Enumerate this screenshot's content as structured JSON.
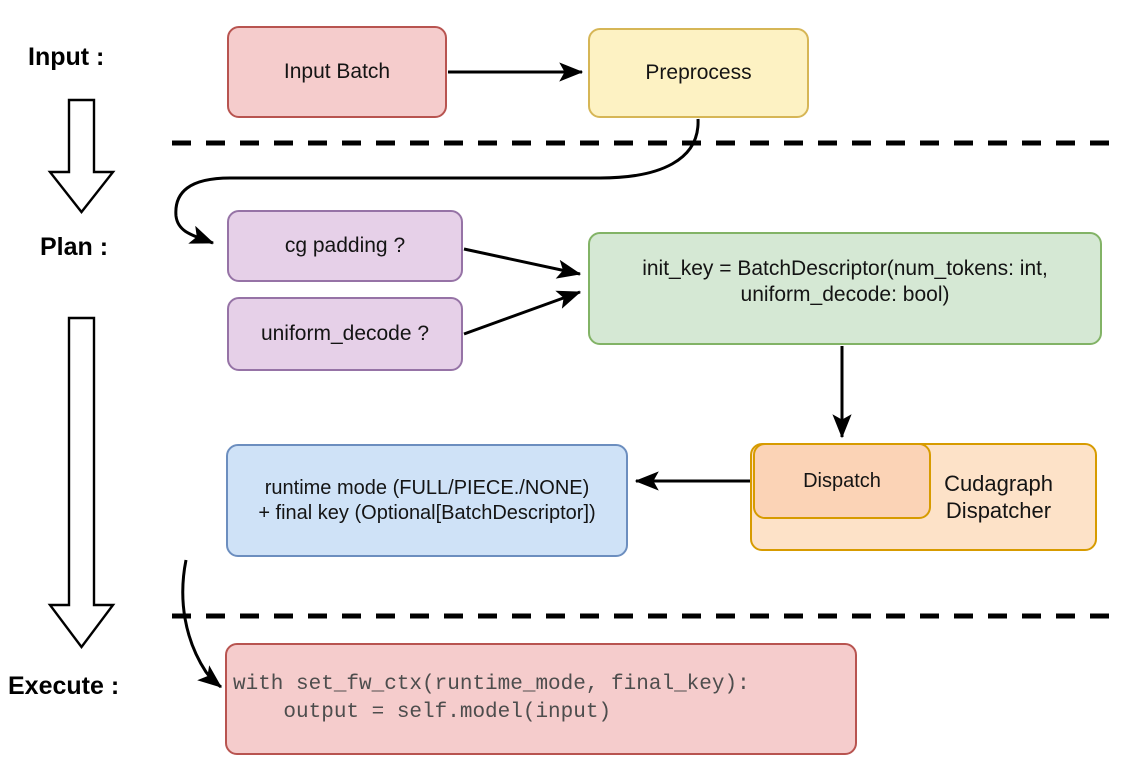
{
  "diagram": {
    "title_stages": [
      {
        "id": "input",
        "label": "Input :"
      },
      {
        "id": "plan",
        "label": "Plan :"
      },
      {
        "id": "execute",
        "label": "Execute :"
      }
    ],
    "nodes": {
      "input_batch": {
        "label": "Input Batch",
        "color": "#f5cccc",
        "border": "#b85450"
      },
      "preprocess": {
        "label": "Preprocess",
        "color": "#fdf2c3",
        "border": "#d6b656"
      },
      "cg_padding": {
        "label": "cg padding ?",
        "color": "#e6d0e8",
        "border": "#9673a6"
      },
      "uniform_decode": {
        "label": "uniform_decode ?",
        "color": "#e6d0e8",
        "border": "#9673a6"
      },
      "init_key_line1": "init_key = BatchDescriptor(num_tokens: int,",
      "init_key_line2": "uniform_decode: bool)",
      "init_key_box": {
        "color": "#d5e8d4",
        "border": "#82b366"
      },
      "dispatch": {
        "label": "Dispatch",
        "color": "#fbd3b6",
        "border": "#d79b00"
      },
      "cudagraph_dispatcher_line1": "Cudagraph",
      "cudagraph_dispatcher_line2": "Dispatcher",
      "cudagraph_dispatcher_box": {
        "color": "#fde2c8",
        "border": "#d79b00"
      },
      "runtime_mode_line1": "runtime mode (FULL/PIECE./NONE)",
      "runtime_mode_line2": "+ final key (Optional[BatchDescriptor])",
      "runtime_mode_box": {
        "color": "#cfe2f7",
        "border": "#6c8ebf"
      },
      "code_line1": "with set_fw_ctx(runtime_mode, final_key):",
      "code_line2": "    output = self.model(input)",
      "code_box": {
        "color": "#f5cccc",
        "border": "#b85450"
      }
    },
    "separators": [
      {
        "id": "input-plan-divider",
        "style": "dashed"
      },
      {
        "id": "plan-execute-divider",
        "style": "dashed"
      }
    ],
    "flow_arrows": [
      {
        "id": "input-batch-to-preprocess",
        "from": "Input Batch",
        "to": "Preprocess"
      },
      {
        "id": "preprocess-to-cg-padding",
        "from": "Preprocess",
        "to": "cg padding ?"
      },
      {
        "id": "cg-padding-to-init-key",
        "from": "cg padding ?",
        "to": "init_key"
      },
      {
        "id": "uniform-decode-to-init-key",
        "from": "uniform_decode ?",
        "to": "init_key"
      },
      {
        "id": "init-key-to-dispatch",
        "from": "init_key",
        "to": "Dispatch"
      },
      {
        "id": "dispatch-to-runtime-mode",
        "from": "Dispatch",
        "to": "runtime mode"
      },
      {
        "id": "runtime-mode-to-code",
        "from": "runtime mode",
        "to": "code"
      }
    ],
    "stage_arrows": [
      {
        "id": "input-to-plan-block-arrow"
      },
      {
        "id": "plan-to-execute-block-arrow"
      }
    ]
  }
}
